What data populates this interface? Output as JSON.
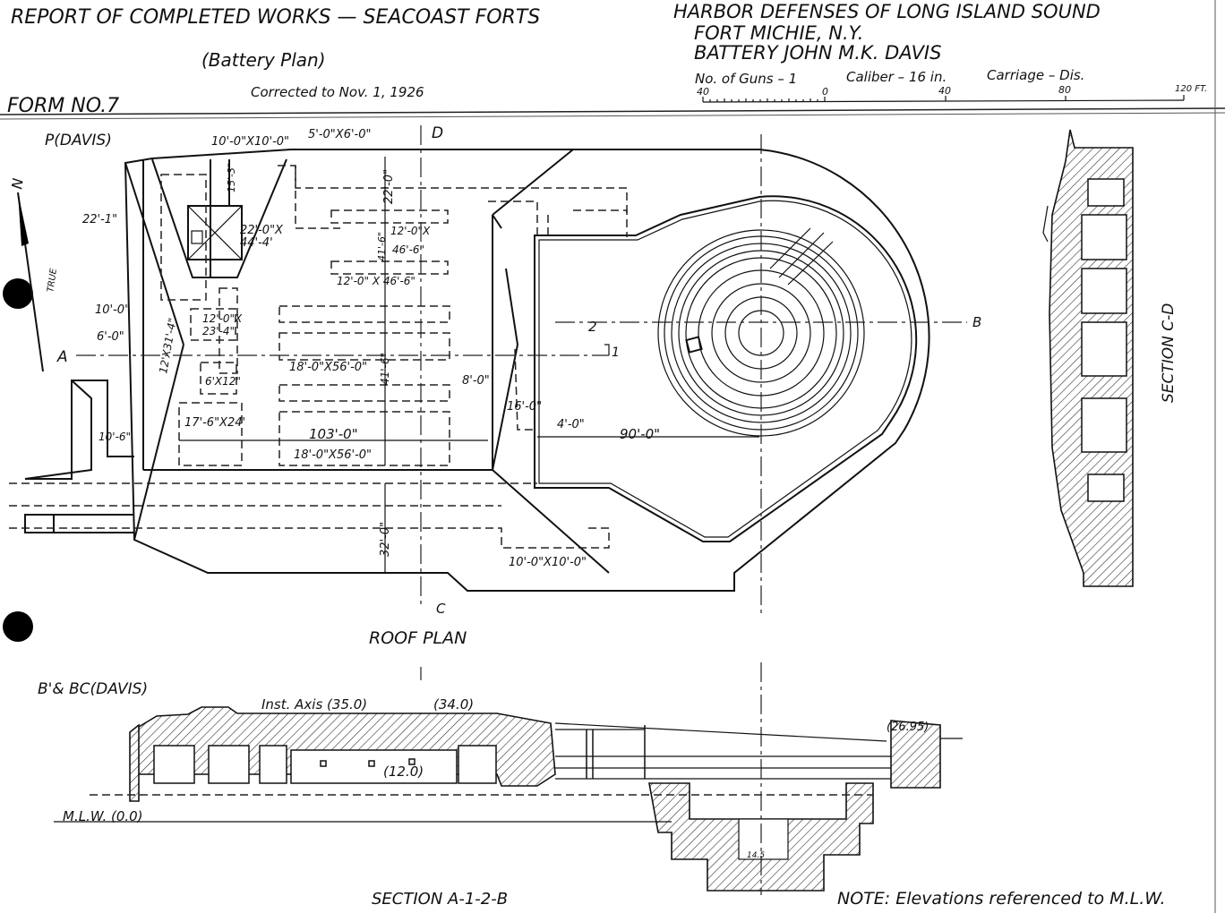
{
  "header": {
    "title": "REPORT OF COMPLETED WORKS — SEACOAST FORTS",
    "subtitle": "(Battery Plan)",
    "corrected": "Corrected to  Nov. 1, 1926",
    "form": "FORM NO.7",
    "district": "HARBOR DEFENSES OF LONG ISLAND SOUND",
    "fort": "FORT MICHIE, N.Y.",
    "battery": "BATTERY JOHN M.K. DAVIS",
    "guns": "No. of Guns  – 1",
    "caliber": "Caliber – 16 in.",
    "carriage": "Carriage – Dis."
  },
  "scale": {
    "ticks": [
      "40",
      "0",
      "40",
      "80",
      "120 FT."
    ]
  },
  "roof_plan": {
    "title": "ROOF PLAN",
    "north": "N",
    "true_label": "TRUE",
    "section_letters": {
      "a": "A",
      "b": "B",
      "c": "C",
      "d": "D"
    },
    "points": {
      "p1": "1",
      "p2": "2"
    },
    "labels": {
      "p_davis": "P(DAVIS)",
      "d1": "10'-0\"X10'-0\"",
      "d2": "5'-0\"X6'-0\"",
      "d3": "15'-3\"",
      "d4": "22'-1\"",
      "d5": "22'-0\"X",
      "d6": "44'-4'",
      "d7": "22'-0\"",
      "d8": "12'-0\"X",
      "d9": "46'-6\"",
      "d10": "41'-6\"",
      "d11": "12'-0\" X 46'-6\"",
      "d12": "10'-0\"",
      "d13": "6'-0\"",
      "d14": "12'-0\"X",
      "d15": "23'-4\"",
      "d16": "12'X31'-4\"",
      "d17": "18'-0\"X56'-0\"",
      "d18": "41'-6\"",
      "d19": "6'X12\"",
      "d20": "8'-0\"",
      "d21": "16'-0\"",
      "d22": "4'-0\"",
      "d23": "90'-0\"",
      "d24": "17'-6\"X24'",
      "d25": "10'-6\"",
      "d26": "103'-0\"",
      "d27": "18'-0\"X56'-0\"",
      "d28": "32'-0\"",
      "d29": "10'-0\"X10'-0\""
    }
  },
  "section_cd": {
    "title": "SECTION C-D"
  },
  "section_a12b": {
    "title": "SECTION A-1-2-B",
    "labels": {
      "bc": "B'& BC(DAVIS)",
      "inst_axis": "Inst. Axis (35.0)",
      "e34": "(34.0)",
      "e12": "(12.0)",
      "mlw": "M.L.W. (0.0)",
      "e2695": "(26.95)",
      "e145": "14.5"
    }
  },
  "note": "NOTE: Elevations referenced to M.L.W."
}
